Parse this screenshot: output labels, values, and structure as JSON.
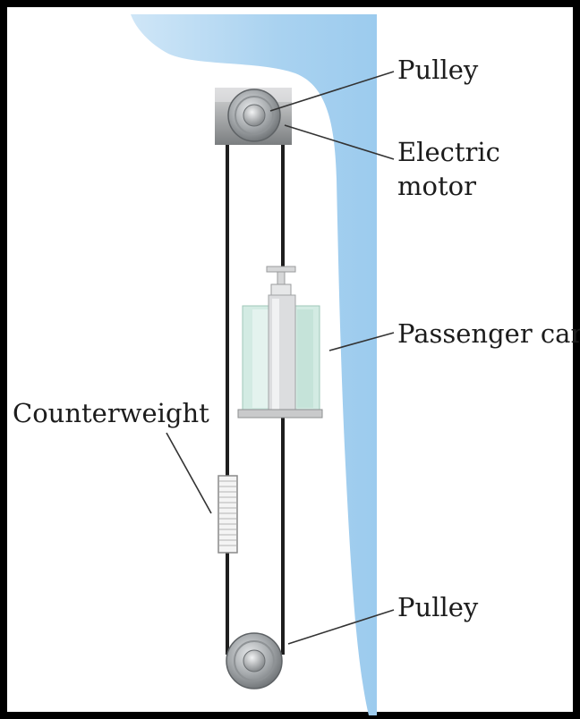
{
  "labels": {
    "top_pulley": "Pulley",
    "motor_line1": "Electric",
    "motor_line2": "motor",
    "passenger_car": "Passenger car",
    "counterweight": "Counterweight",
    "bottom_pulley": "Pulley"
  },
  "colors": {
    "background_border": "#000000",
    "canvas": "#ffffff",
    "wall": "#a9d2f0",
    "cable": "#1e1e1e",
    "motor_housing": "#8a8c8e",
    "pulley_metal": "#a7abae",
    "car_glass": "#d3ebe3",
    "car_frame": "#d9dadb",
    "leader_line": "#333333"
  }
}
